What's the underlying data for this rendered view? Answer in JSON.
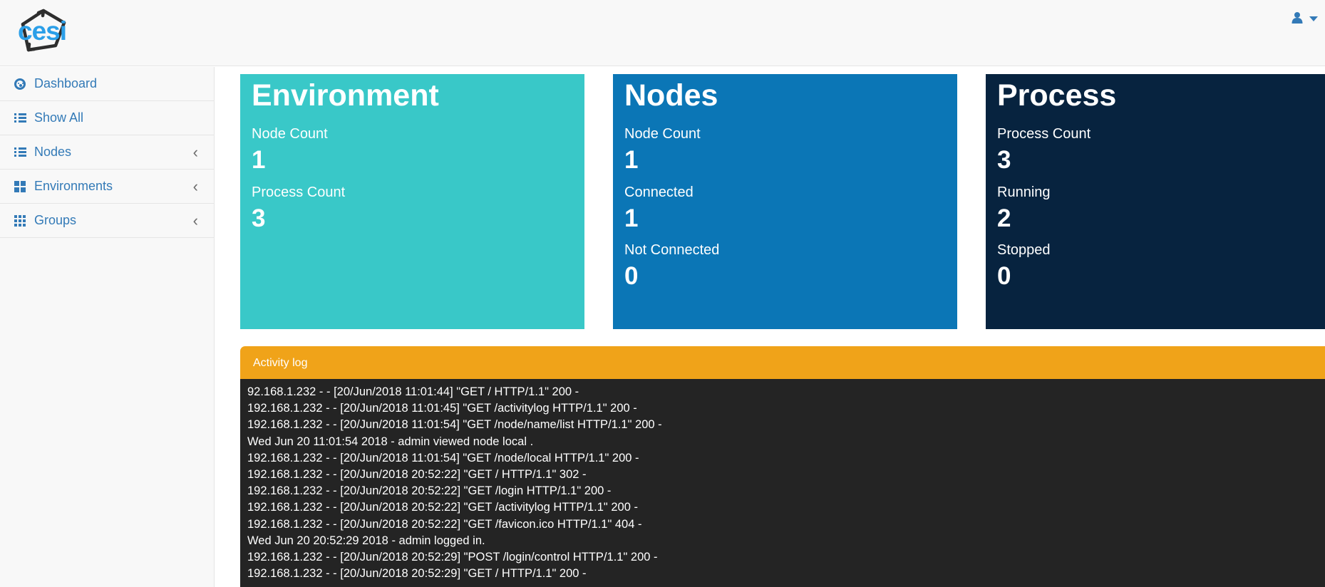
{
  "colors": {
    "link": "#337ab7",
    "logo": "#2b9fe8",
    "topbar_bg": "#f8f8f8",
    "border": "#e5e5e5"
  },
  "brand": {
    "logo_text": "cesi"
  },
  "sidebar": {
    "items": [
      {
        "name": "sidebar-item-dashboard",
        "label": "Dashboard",
        "icon": "dashboard-icon",
        "has_chevron": false
      },
      {
        "name": "sidebar-item-show-all",
        "label": "Show All",
        "icon": "list-icon",
        "has_chevron": false
      },
      {
        "name": "sidebar-item-nodes",
        "label": "Nodes",
        "icon": "list-icon",
        "has_chevron": true
      },
      {
        "name": "sidebar-item-environments",
        "label": "Environments",
        "icon": "grid-2x2-icon",
        "has_chevron": true
      },
      {
        "name": "sidebar-item-groups",
        "label": "Groups",
        "icon": "grid-3x3-icon",
        "has_chevron": true
      }
    ]
  },
  "cards": [
    {
      "title": "Environment",
      "color": "#39c8c8",
      "stats": [
        {
          "label": "Node Count",
          "value": "1"
        },
        {
          "label": "Process Count",
          "value": "3"
        }
      ]
    },
    {
      "title": "Nodes",
      "color": "#0b76b6",
      "stats": [
        {
          "label": "Node Count",
          "value": "1"
        },
        {
          "label": "Connected",
          "value": "1"
        },
        {
          "label": "Not Connected",
          "value": "0"
        }
      ]
    },
    {
      "title": "Process",
      "color": "#07233f",
      "stats": [
        {
          "label": "Process Count",
          "value": "3"
        },
        {
          "label": "Running",
          "value": "2"
        },
        {
          "label": "Stopped",
          "value": "0"
        }
      ]
    }
  ],
  "activity_log": {
    "title": "Activity log",
    "header_color": "#f0a319",
    "body_color": "#242424",
    "lines": [
      {
        "text": "92.168.1.232 - - [20/Jun/2018 11:01:44] \"GET / HTTP/1.1\" 200 -"
      },
      {
        "text": "192.168.1.232 - - [20/Jun/2018 11:01:45] \"GET /activitylog HTTP/1.1\" 200 -"
      },
      {
        "text": "192.168.1.232 - - [20/Jun/2018 11:01:54] \"GET /node/name/list HTTP/1.1\" 200 -"
      },
      {
        "text": "Wed Jun 20 11:01:54 2018 - admin viewed node local ."
      },
      {
        "text": "192.168.1.232 - - [20/Jun/2018 11:01:54] \"GET /node/local HTTP/1.1\" 200 -"
      },
      {
        "text": "192.168.1.232 - - [20/Jun/2018 20:52:22] \"GET / HTTP/1.1\" 302 -"
      },
      {
        "text": "192.168.1.232 - - [20/Jun/2018 20:52:22] \"GET /login HTTP/1.1\" 200 -"
      },
      {
        "text": "192.168.1.232 - - [20/Jun/2018 20:52:22] \"GET /activitylog HTTP/1.1\" 200 -"
      },
      {
        "text": "192.168.1.232 - - [20/Jun/2018 20:52:22] \"GET /favicon.ico HTTP/1.1\" 404 -"
      },
      {
        "text": "Wed Jun 20 20:52:29 2018 - admin logged in."
      },
      {
        "text": "192.168.1.232 - - [20/Jun/2018 20:52:29] \"POST /login/control HTTP/1.1\" 200 -"
      },
      {
        "text": "192.168.1.232 - - [20/Jun/2018 20:52:29] \"GET / HTTP/1.1\" 200 -"
      }
    ]
  }
}
